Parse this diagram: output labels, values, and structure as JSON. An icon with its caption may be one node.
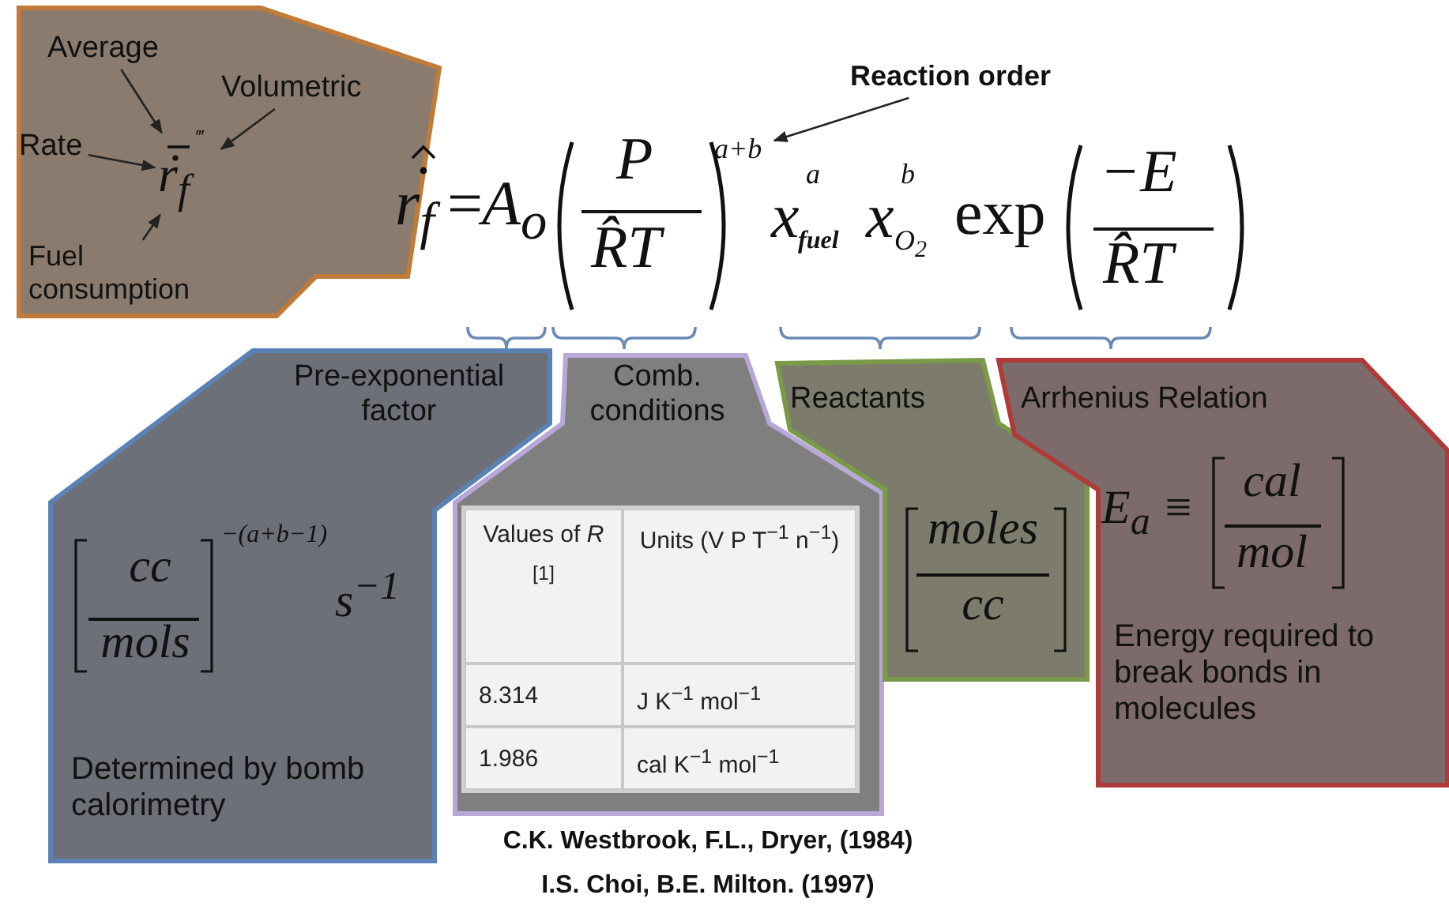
{
  "diagram": {
    "nodes": [
      {
        "text": [],
        "shape": "box"
      },
      {
        "text": [
          "Average"
        ],
        "in": 0
      },
      {
        "text": [
          "Volumetric"
        ],
        "in": 0
      },
      {
        "text": [
          "Rate"
        ],
        "in": 0
      },
      {
        "text": [
          "Fuel consumption"
        ],
        "in": 0
      },
      {
        "text": [
          "r$_{f}$",
          "‴"
        ],
        "in": 0
      },
      {
        "text": [
          "Reaction order"
        ]
      },
      {
        "text": [
          "a+b"
        ]
      },
      {
        "text": [
          "Pre-exponential factor",
          "cc",
          "mols",
          "−(a+b−1)",
          "s$^{−1}$",
          "Determined by bomb calorimetry"
        ]
      },
      {
        "text": [
          "Comb. conditions"
        ]
      },
      {
        "text": [
          "Values of *R* $_{[1]}$",
          "Units (V P T$^{−1}$ n$^{−1}$)",
          "8.314",
          "J K$^{−1}$ mol$^{−1}$",
          "1.986",
          "cal K$^{−1}$ mol$^{−1}$"
        ],
        "in": 9
      },
      {
        "text": [
          "Reactants",
          "moles",
          "cc"
        ]
      },
      {
        "text": [
          "Arrhenius Relation",
          "E$_{a}$ ≡",
          "cal",
          "mol",
          "Energy required to break bonds in molecules"
        ]
      }
    ],
    "edges": [
      {
        "from": 1,
        "to": 5,
        "arrow": "to"
      },
      {
        "from": 2,
        "to": 5,
        "arrow": "to"
      },
      {
        "from": 3,
        "to": 5,
        "arrow": "to"
      },
      {
        "from": 4,
        "to": 5,
        "arrow": "to"
      },
      {
        "from": 6,
        "to": 7,
        "arrow": "to"
      }
    ],
    "labels": [
      "r$_{f}$",
      "=",
      "A$_{o}$",
      "P",
      "R̂T",
      "x",
      "a",
      "fuel",
      "x",
      "b",
      "O$_{2}$",
      "exp",
      "−E",
      "R̂T",
      "C.K. Westbrook, F.L., Dryer, (1984)",
      "I.S. Choi, B.E. Milton. (1997)"
    ]
  }
}
